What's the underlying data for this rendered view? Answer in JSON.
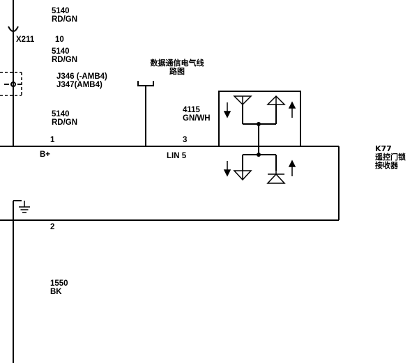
{
  "wires": {
    "top": {
      "circuit": "5140",
      "color": "RD/GN"
    },
    "mid": {
      "circuit": "5140",
      "color": "RD/GN"
    },
    "low": {
      "circuit": "5140",
      "color": "RD/GN"
    },
    "data": {
      "circuit": "4115",
      "color": "GN/WH"
    },
    "ground": {
      "circuit": "1550",
      "color": "BK"
    }
  },
  "connector": {
    "id": "X211",
    "pin": "10"
  },
  "jumpers": {
    "line1": "J346 (-AMB4)",
    "line2": "J347(AMB4)"
  },
  "data_comm_ref": {
    "line1": "数据通信电气线",
    "line2": "路图"
  },
  "pins": {
    "p1": "1",
    "p2": "2",
    "p3": "3"
  },
  "pin_labels": {
    "bplus": "B+",
    "lin": "LIN 5"
  },
  "component": {
    "id": "K77",
    "name_line1": "遥控门锁",
    "name_line2": "接收器"
  }
}
